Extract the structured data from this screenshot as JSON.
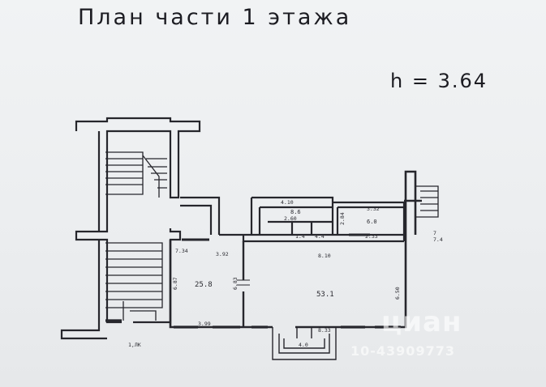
{
  "title": "План части 1 этажа",
  "height_note": "h = 3.64",
  "plan": {
    "rooms": [
      {
        "id": "room-left",
        "area": "25.8",
        "width_dim": "3.92",
        "bottom_dim": "3.99",
        "left_dim": "6.87",
        "right_dim": "6.83",
        "corner_dim": "7.34"
      },
      {
        "id": "room-main",
        "area": "53.1",
        "width_dim": "8.10",
        "bottom_dim": "8.33",
        "right_dim": "6.50"
      },
      {
        "id": "room-top",
        "area": "8.6",
        "width_dim": "4.10",
        "inner_dim": "2.60"
      },
      {
        "id": "room-small-a",
        "area": "1.4"
      },
      {
        "id": "room-small-b",
        "area": "4.4"
      },
      {
        "id": "room-right",
        "area": "6.0",
        "width_dim": "3.32",
        "side_dim": "2.84",
        "lower_dim": "2.33"
      }
    ],
    "entrance_mark": "1,ЛК",
    "stair_mark": "7",
    "stair_area": "7.4",
    "porch_dim": "4.0"
  },
  "watermark": {
    "brand": "циан",
    "id": "10-43909773"
  }
}
